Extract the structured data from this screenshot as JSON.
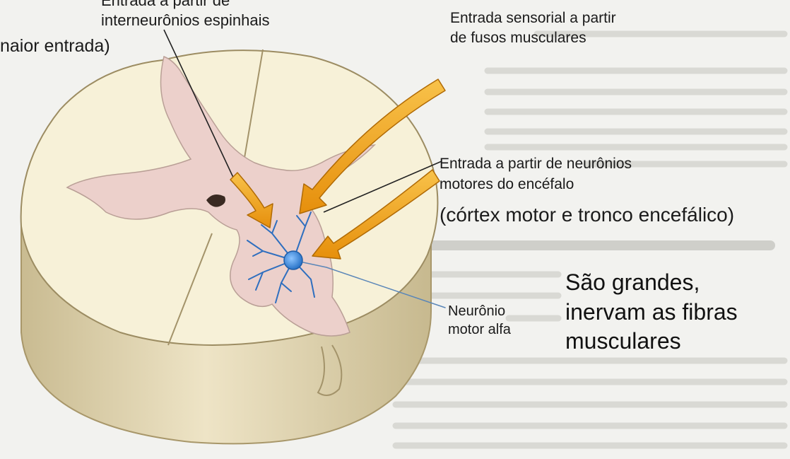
{
  "labels": {
    "interneuron_input": [
      "Entrada a partir de",
      "interneurônios espinhais"
    ],
    "left_partial": "naior entrada)",
    "sensory_input": [
      "Entrada sensorial a partir",
      "de fusos musculares"
    ],
    "motor_input": [
      "Entrada a partir de neurônios",
      "motores do encéfalo"
    ],
    "motor_input_detail": "(córtex motor e tronco encefálico)",
    "alpha_neuron": [
      "Neurônio",
      "motor alfa"
    ]
  },
  "note": [
    "São grandes,",
    "inervam as fibras",
    "musculares"
  ],
  "colors": {
    "background_text": "#f2f2ef",
    "white_matter": "#f5eed2",
    "cord_side": "#d6c9a3",
    "gray_matter": "#eaccc7",
    "arrow": "#f2a31c",
    "neuron": "#3b8ee0"
  }
}
